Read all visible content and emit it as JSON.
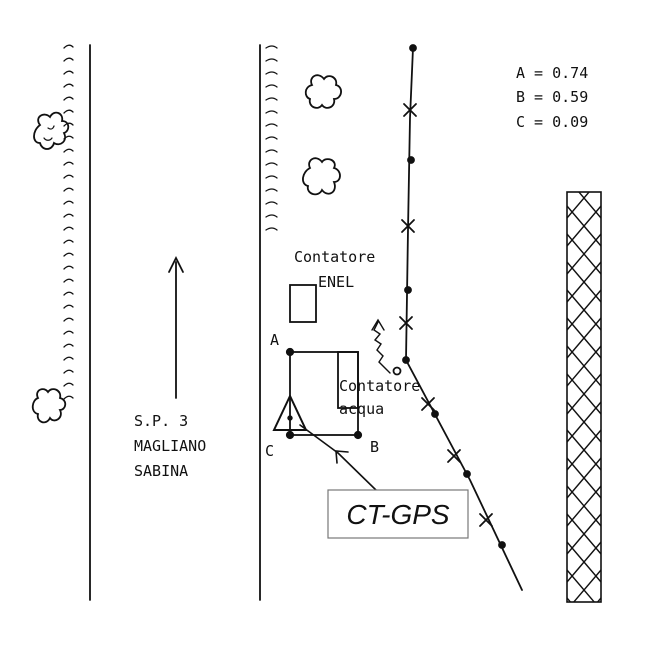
{
  "legend": {
    "line_a": "A = 0.74",
    "line_b": "B = 0.59",
    "line_c": "C = 0.09"
  },
  "road": {
    "line1": "S.P. 3",
    "line2": "MAGLIANO",
    "line3": "SABINA"
  },
  "labels": {
    "enel_line1": "Contatore",
    "enel_line2": "ENEL",
    "water_line1": "Contatore",
    "water_line2": "acqua",
    "point_a": "A",
    "point_b": "B",
    "point_c": "C",
    "station": "CT-GPS"
  }
}
